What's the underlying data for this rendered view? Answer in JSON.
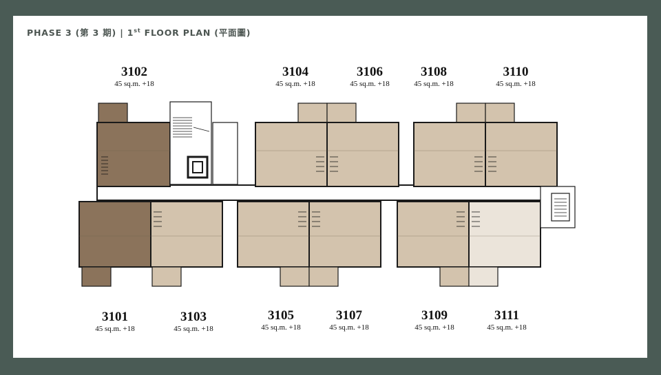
{
  "header": {
    "phase": "PHASE 3 (第 3 期)",
    "separator": "|",
    "floor_number": "1",
    "floor_suffix": "st",
    "floor_text": "FLOOR PLAN (平面圖)"
  },
  "units_top": [
    {
      "number": "3102",
      "area": "45 sq.m. +18"
    },
    {
      "number": "3104",
      "area": "45 sq.m. +18"
    },
    {
      "number": "3106",
      "area": "45 sq.m. +18"
    },
    {
      "number": "3108",
      "area": "45 sq.m. +18"
    },
    {
      "number": "3110",
      "area": "45 sq.m. +18"
    }
  ],
  "units_bottom": [
    {
      "number": "3101",
      "area": "45 sq.m. +18"
    },
    {
      "number": "3103",
      "area": "45 sq.m. +18"
    },
    {
      "number": "3105",
      "area": "45 sq.m. +18"
    },
    {
      "number": "3107",
      "area": "45 sq.m. +18"
    },
    {
      "number": "3109",
      "area": "45 sq.m. +18"
    },
    {
      "number": "3111",
      "area": "45 sq.m. +18"
    }
  ],
  "colors": {
    "background": "#4a5b55",
    "wall": "#1a1a1a",
    "unit_tan": "#d3c3ad",
    "unit_dark": "#8b735b",
    "unit_light": "#ebe4da",
    "header_text": "#4d5652"
  }
}
